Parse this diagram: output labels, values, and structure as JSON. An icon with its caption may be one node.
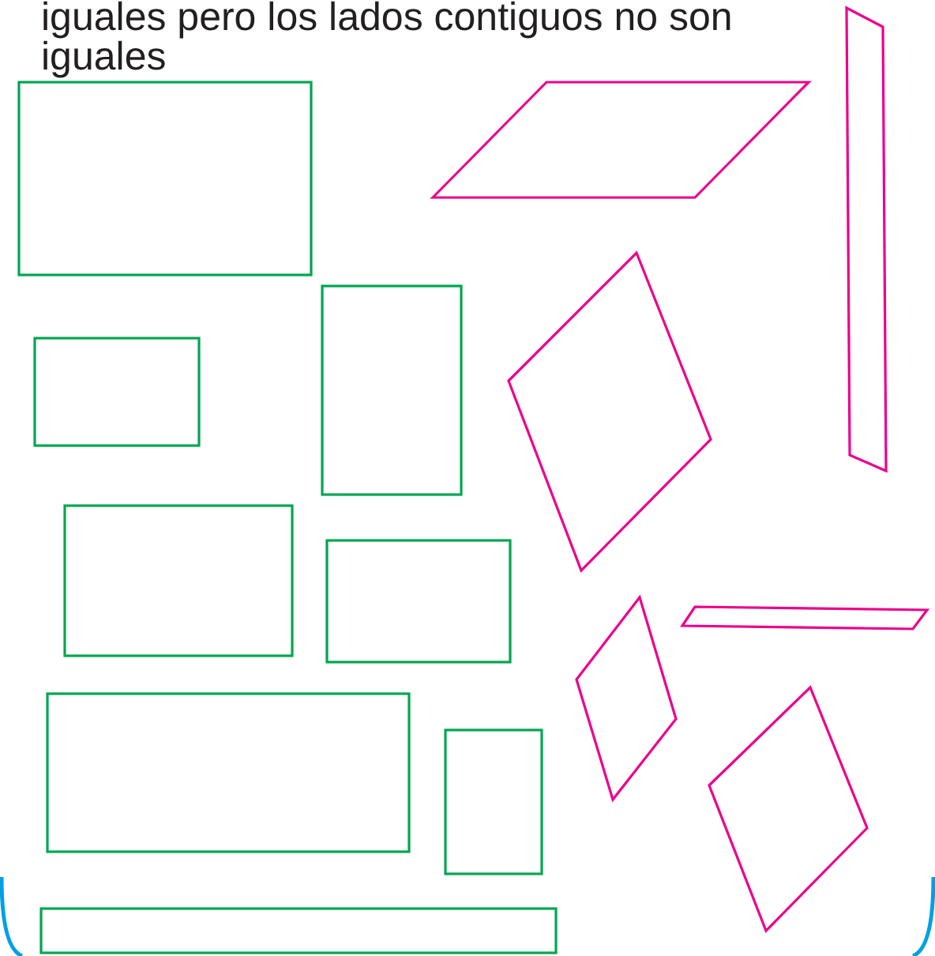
{
  "diagram": {
    "nodes": [
      {
        "text": [],
        "shape": "box"
      },
      {
        "text": [],
        "shape": "parallelogram"
      },
      {
        "text": [],
        "shape": "parallelogram"
      },
      {
        "text": [],
        "shape": "box"
      },
      {
        "text": [],
        "shape": "box"
      },
      {
        "text": [],
        "shape": "parallelogram"
      },
      {
        "text": [],
        "shape": "box"
      },
      {
        "text": [],
        "shape": "box"
      },
      {
        "text": [],
        "shape": "parallelogram"
      },
      {
        "text": [],
        "shape": "parallelogram"
      },
      {
        "text": [],
        "shape": "box"
      },
      {
        "text": [],
        "shape": "box"
      },
      {
        "text": [],
        "shape": "parallelogram"
      },
      {
        "text": [],
        "shape": "box"
      }
    ],
    "labels": [
      "iguales pero los lados contiguos no son iguales"
    ]
  }
}
